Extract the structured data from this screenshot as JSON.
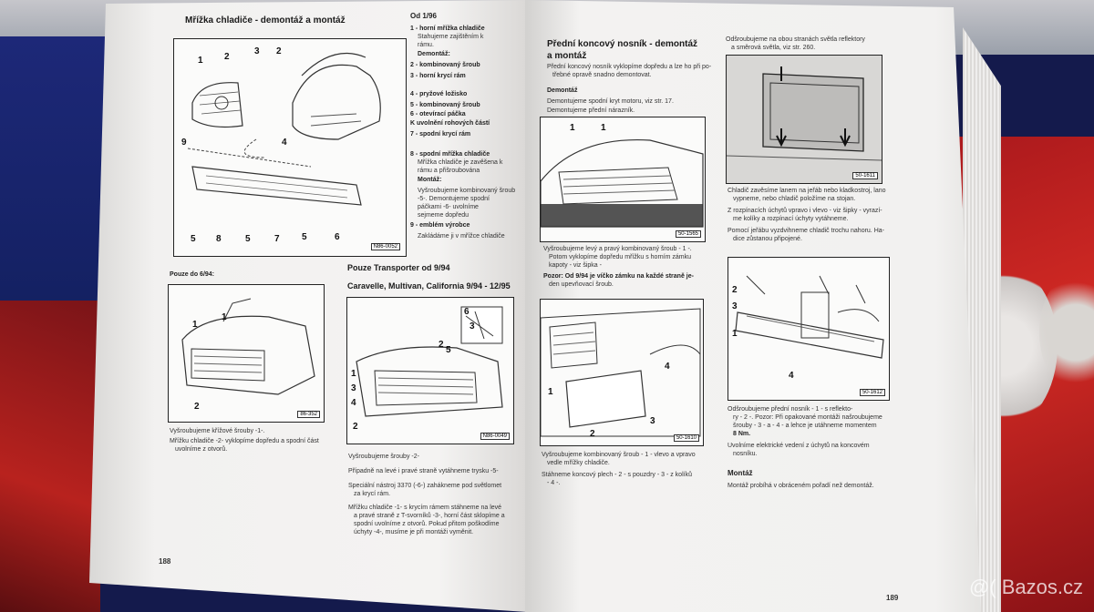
{
  "left_page": {
    "title": "Mřížka chladiče - demontáž a montáž",
    "legend_heading": "Od 1/96",
    "legend_lines": [
      "1 - horní mřížka chladiče",
      "Stahujeme zajištěním k",
      "rámu.",
      "Demontáž:",
      "2 - kombinovaný šroub",
      "3 - horní krycí rám",
      "4 - pryžové ložisko",
      "5 - kombinovaný šroub",
      "6 - otevírací páčka",
      "K uvolnění rohových částí",
      "7 - spodní krycí rám",
      "8 - spodní mřížka chladiče",
      "Mřížka chladiče je zavěšena k",
      "rámu a přišroubována",
      "Montáž:",
      "Vyšroubujeme kombinovaný šroub",
      "-5-. Demontujeme spodní",
      "páčkami -6- uvolníme",
      "sejmeme dopředu",
      "9 - emblém výrobce",
      "Zakládáme ji v mřížce chladiče"
    ],
    "fig1_code": "N86-0052",
    "fig1_numbers": [
      "1",
      "2",
      "3",
      "2",
      "4",
      "9",
      "8",
      "5",
      "7",
      "5",
      "6",
      "5"
    ],
    "section2_label": "Pouze do 6/94:",
    "fig2_code": "86-352",
    "fig2_numbers": [
      "1",
      "1",
      "2"
    ],
    "fig2_bullets": [
      "Vyšroubujeme křížové šrouby -1-.",
      "Mřížku chladiče -2- vyklopíme dopředu a spodní část",
      "uvolníme z otvorů."
    ],
    "section3_heading": "Pouze Transporter od 9/94",
    "section3_subheading": "Caravelle, Multivan, California 9/94 - 12/95",
    "fig3_code": "N86-0049",
    "fig3_numbers": [
      "2",
      "5",
      "6",
      "3",
      "1",
      "3",
      "4",
      "2"
    ],
    "section3_bullets": [
      "Vyšroubujeme šrouby -2-",
      "Případně na levé i pravé straně vytáhneme trysku -5-",
      "Speciální nástroj 3370 (-6-) zahákneme pod světlomet",
      "za krycí rám.",
      "Mřížku chladiče -1- s krycím rámem stáhneme na levé",
      "a pravé straně z T-svorníků -3-, horní část sklopíme a",
      "spodní uvolníme z otvorů. Pokud přitom poškodíme",
      "úchyty -4-, musíme je při montáži vyměnit."
    ],
    "page_number": "188"
  },
  "right_page": {
    "title_line1": "Přední koncový nosník - demontáž",
    "title_line2": "a montáž",
    "intro_bullets": [
      "Přední koncový nosník vyklopíme dopředu a lze ho při po-",
      "třebné opravě snadno demontovat."
    ],
    "demontaz_label": "Demontáž",
    "demontaz_bullets": [
      "Demontujeme spodní kryt motoru, viz str. 17.",
      "Demontujeme přední nárazník."
    ],
    "fig4_code": "50-1565",
    "fig4_numbers": [
      "1",
      "1"
    ],
    "fig4_bullets": [
      "Vyšroubujeme levý a pravý kombinovaný šroub - 1 -.",
      "Potom vyklopíme dopředu mřížku s horním zámku",
      "kapoty - viz šipka -",
      "Pozor: Od 9/94 je víčko zámku na každé straně je-",
      "den upevňovací šroub."
    ],
    "fig5_code": "50-1610",
    "fig5_numbers": [
      "4",
      "1",
      "3",
      "2"
    ],
    "fig5_bullets": [
      "Vyšroubujeme kombinovaný šroub - 1 - vlevo a vpravo",
      "vedle mřížky chladiče.",
      "Stáhneme koncový plech - 2 - s pouzdry - 3 - z kolíků",
      "- 4 -."
    ],
    "col2_top_bullets": [
      "Odšroubujeme na obou stranách světla reflektory",
      "a směrová světla, viz str. 260."
    ],
    "fig6_code": "50-1611",
    "col2_mid_bullets": [
      "Chladič zavěsíme lanem na jeřáb nebo kladkostroj, lano",
      "vypneme, nebo chladič položíme na stojan.",
      "Z rozpínacích úchytů vpravo i vlevo - viz šipky - vyrazí-",
      "me kolíky a rozpínací úchyty vytáhneme.",
      "Pomocí jeřábu vyzdvihneme chladič trochu nahoru. Ha-",
      "dice zůstanou připojené."
    ],
    "fig7_code": "50-1612",
    "fig7_numbers": [
      "2",
      "3",
      "1",
      "4"
    ],
    "col2_bottom_bullets": [
      "Odšroubujeme přední nosník - 1 - s reflekto-",
      "ry - 2 -. Pozor: Při opakované montáži našroubujeme",
      "šrouby - 3 - a - 4 - a lehce je utáhneme momentem",
      "8 Nm.",
      "Uvolníme elektrické vedení z úchytů na koncovém",
      "nosníku."
    ],
    "montaz_label": "Montáž",
    "montaz_bullets": [
      "Montáž probíhá v obráceném pořadí než demontáž."
    ],
    "page_number": "189"
  },
  "watermark": "@( Bazos.cz",
  "colors": {
    "page": "#f0efee",
    "ink": "#1a1a1a",
    "background_fabric": "#141a4c",
    "red_fabric": "#c8221e"
  }
}
